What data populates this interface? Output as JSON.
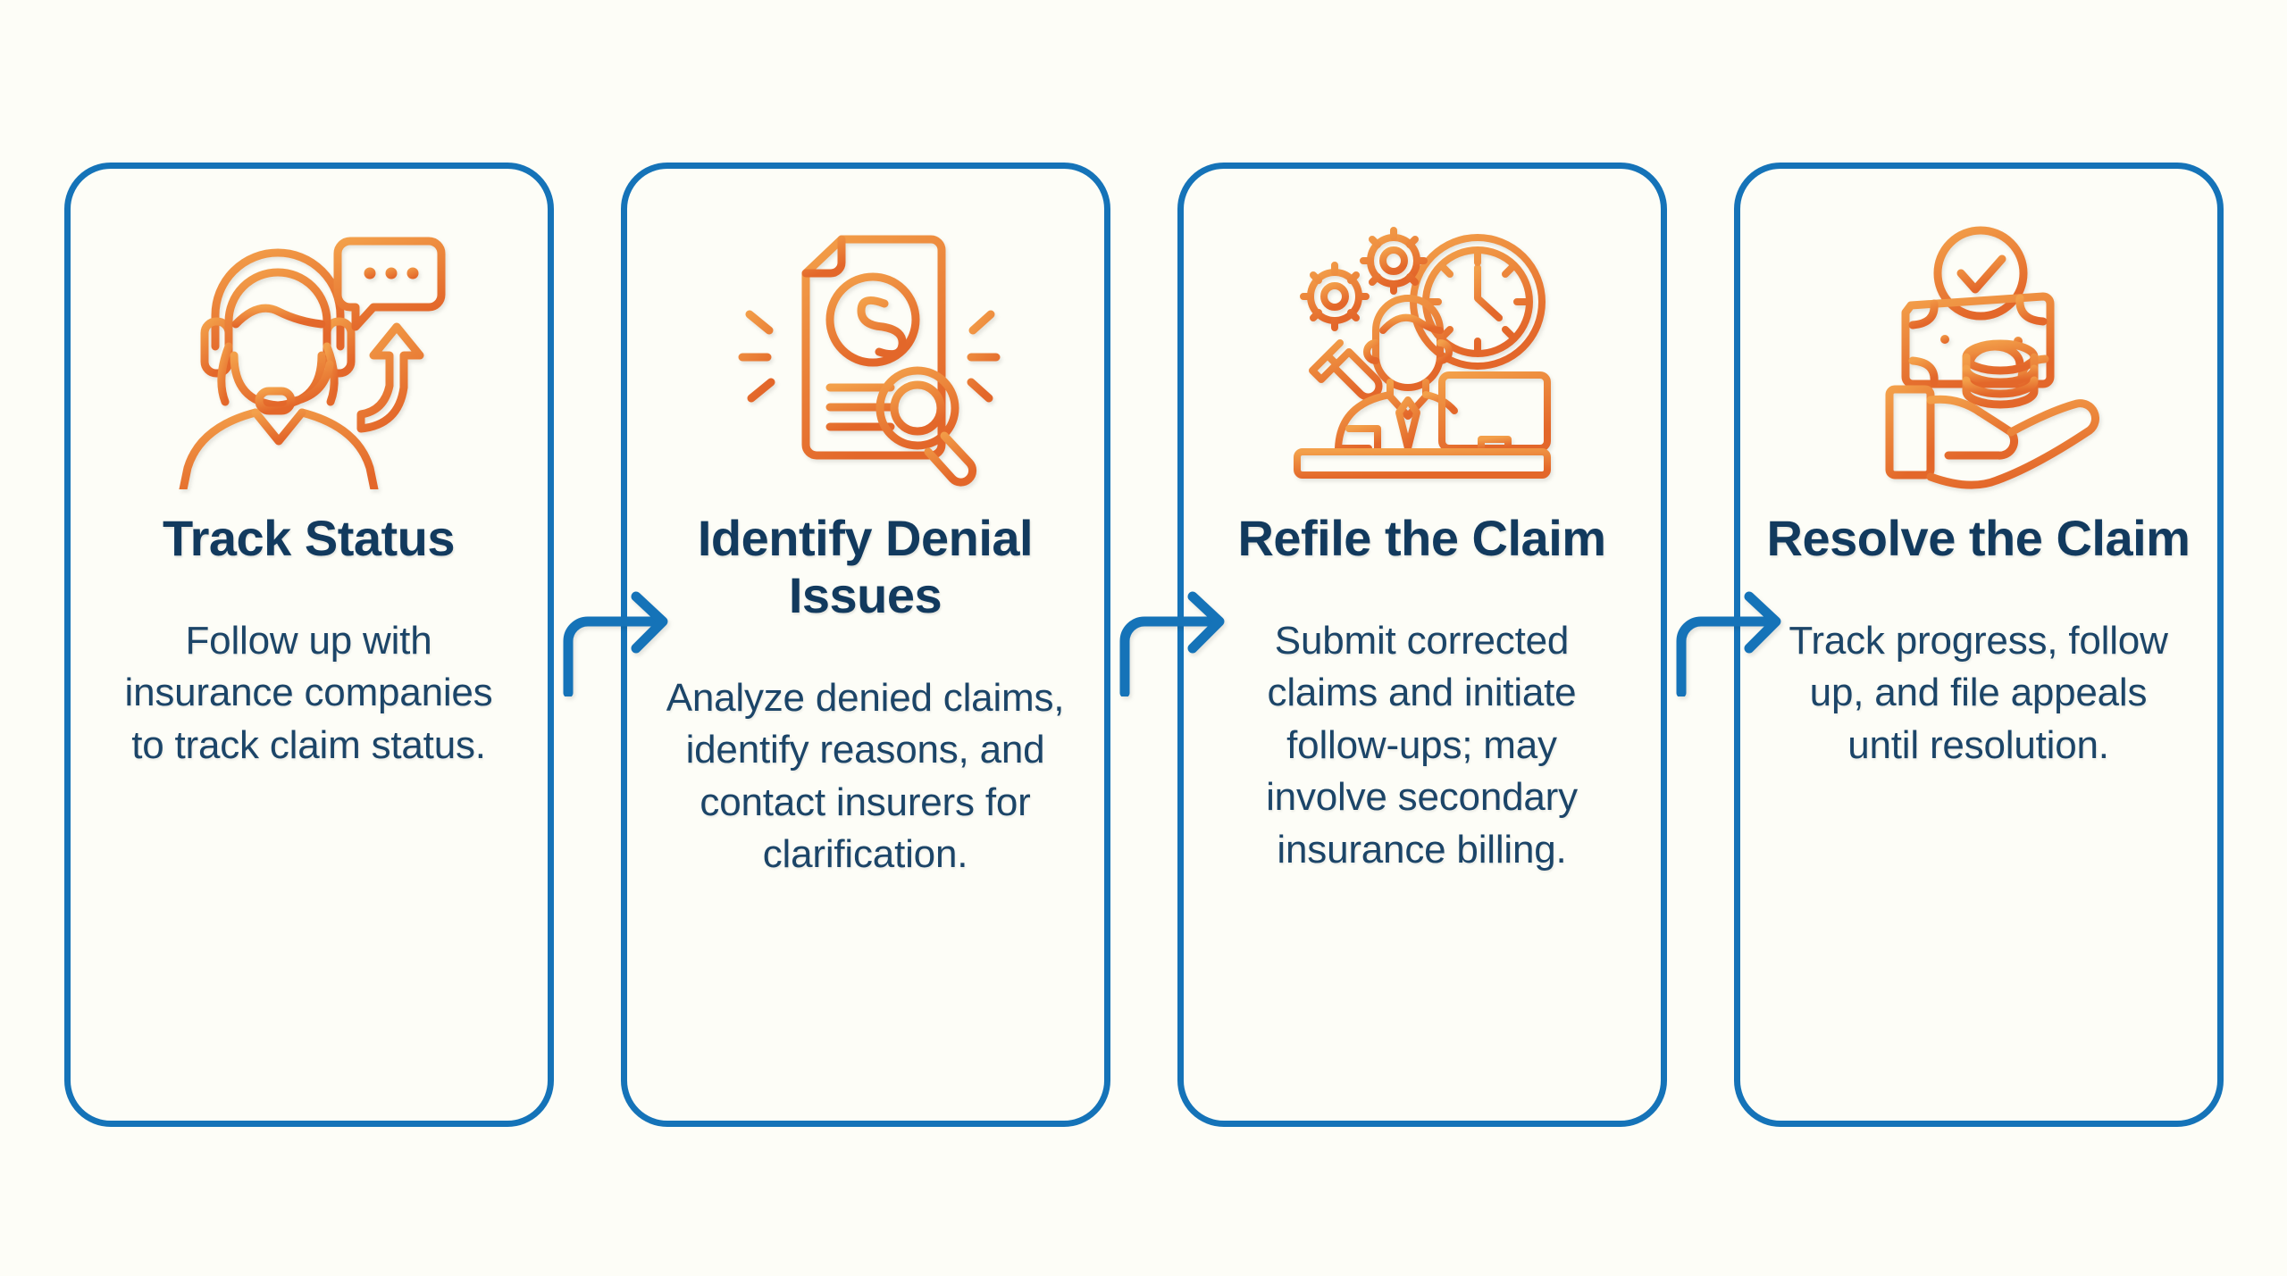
{
  "infographic": {
    "background_color": "#fdfdf7",
    "accent_blue": "#1573b8",
    "title_color": "#123a5e",
    "body_color": "#1c4568",
    "icon_orange_light": "#f0943f",
    "icon_orange_dark": "#e5702a",
    "steps": [
      {
        "index": "1",
        "icon": "headset-support-agent-icon",
        "title": "Track Status",
        "body": "Follow up with insurance companies to track claim status."
      },
      {
        "index": "2",
        "icon": "document-dollar-magnifier-icon",
        "title": "Identify Denial Issues",
        "body": "Analyze denied claims, identify reasons, and contact insurers for clarification."
      },
      {
        "index": "3",
        "icon": "worker-desk-gears-clock-icon",
        "title": "Refile the Claim",
        "body": "Submit corrected claims and initiate follow-ups; may involve secondary insurance billing."
      },
      {
        "index": "4",
        "icon": "hand-money-check-icon",
        "title": "Resolve the Claim",
        "body": "Track progress, follow up, and file appeals until resolution."
      }
    ],
    "connectors": [
      {
        "name": "arrow-step-1-to-2"
      },
      {
        "name": "arrow-step-2-to-3"
      },
      {
        "name": "arrow-step-3-to-4"
      }
    ]
  }
}
